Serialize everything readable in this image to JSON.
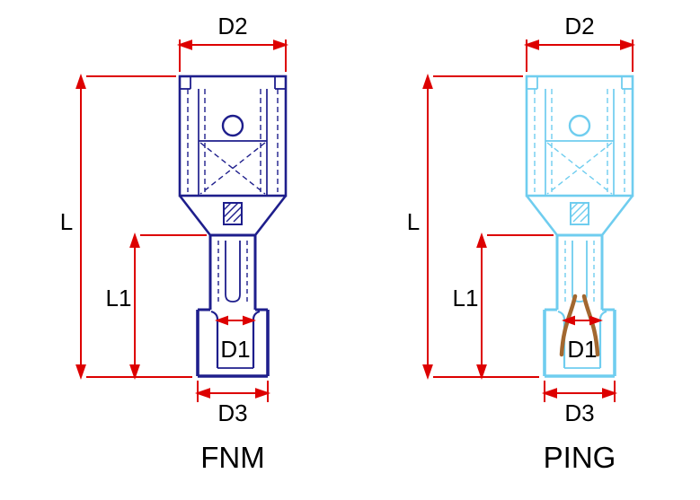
{
  "figures": [
    {
      "name": "FNM"
    },
    {
      "name": "PING"
    }
  ],
  "dimension_labels": {
    "d2": "D2",
    "l": "L",
    "l1": "L1",
    "d1": "D1",
    "d3": "D3"
  },
  "colors": {
    "fnm_body": "#1e1e8c",
    "ping_body": "#6fcdef",
    "wire_strands": "#a2672f",
    "dimension_lines": "#dd0000",
    "label_text": "#000000"
  }
}
